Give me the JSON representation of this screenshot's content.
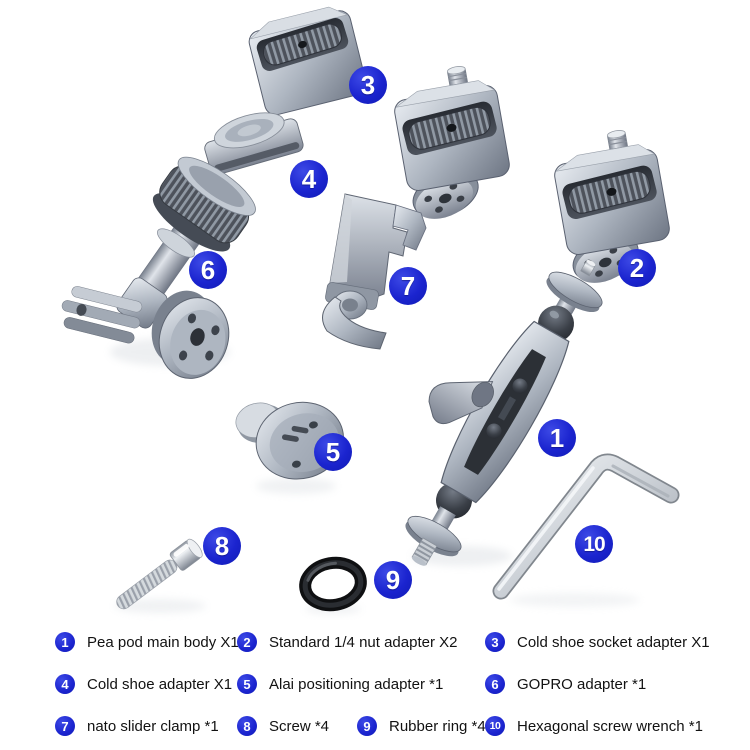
{
  "colors": {
    "badge_blue": "#1b24cf",
    "badge_text": "#ffffff",
    "metal_gray": "#a7aeb9",
    "oring_black": "#0f1012",
    "silver": "#ccd1d7",
    "background": "#ffffff"
  },
  "diagram": {
    "badges": [
      {
        "num": "1"
      },
      {
        "num": "2"
      },
      {
        "num": "3"
      },
      {
        "num": "4"
      },
      {
        "num": "5"
      },
      {
        "num": "6"
      },
      {
        "num": "7"
      },
      {
        "num": "8"
      },
      {
        "num": "9"
      },
      {
        "num": "10"
      }
    ]
  },
  "legend": {
    "items": [
      {
        "num": "1",
        "label": "Pea pod main body X1"
      },
      {
        "num": "2",
        "label": "Standard 1/4 nut adapter X2"
      },
      {
        "num": "3",
        "label": "Cold shoe socket adapter X1"
      },
      {
        "num": "4",
        "label": "Cold shoe adapter X1"
      },
      {
        "num": "5",
        "label": "Alai positioning adapter *1"
      },
      {
        "num": "6",
        "label": "GOPRO adapter *1"
      },
      {
        "num": "7",
        "label": "nato slider clamp *1"
      },
      {
        "num": "8",
        "label": "Screw *4"
      },
      {
        "num": "9",
        "label": "Rubber ring *4"
      },
      {
        "num": "10",
        "label": "Hexagonal screw wrench *1"
      }
    ]
  }
}
